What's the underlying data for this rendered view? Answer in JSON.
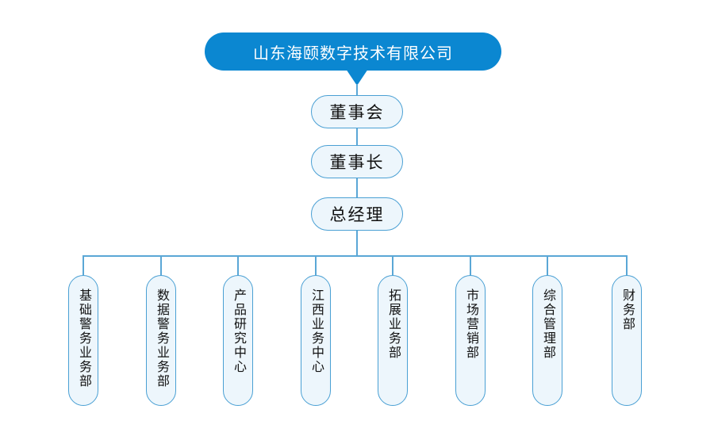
{
  "org": {
    "root": {
      "label": "山东海颐数字技术有限公司"
    },
    "chain": [
      {
        "label": "董事会"
      },
      {
        "label": "董事长"
      },
      {
        "label": "总经理"
      }
    ],
    "departments": [
      {
        "label": "基础警务业务部"
      },
      {
        "label": "数据警务业务部"
      },
      {
        "label": "产品研究中心"
      },
      {
        "label": "江西业务中心"
      },
      {
        "label": "拓展业务部"
      },
      {
        "label": "市场营销部"
      },
      {
        "label": "综合管理部"
      },
      {
        "label": "财务部"
      }
    ],
    "colors": {
      "root_fill": "#0b87d1",
      "root_text": "#ffffff",
      "node_fill": "#edf6fc",
      "node_border": "#4aa0d4",
      "connector_line": "#5aa7d6",
      "node_text": "#111111"
    }
  }
}
